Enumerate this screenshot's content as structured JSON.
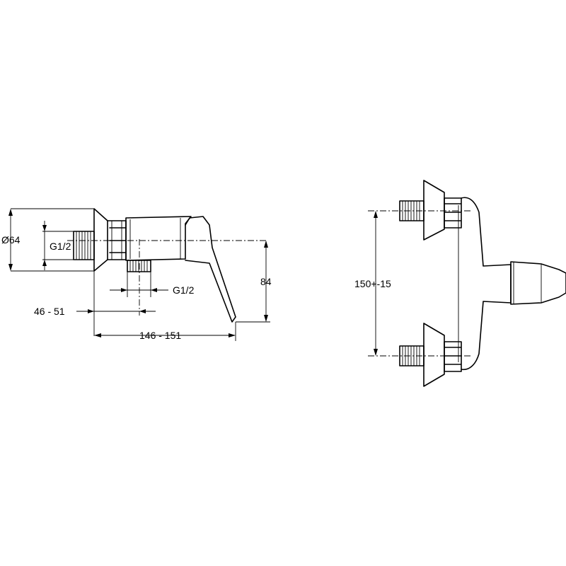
{
  "side_view": {
    "diameter_label": "Ø64",
    "inlet_thread_label": "G1/2",
    "outlet_thread_label": "G1/2",
    "height_label": "84",
    "inlet_offset_label": "46 - 51",
    "depth_label": "146 - 151"
  },
  "front_view": {
    "inlet_spacing_label": "150+-15"
  }
}
